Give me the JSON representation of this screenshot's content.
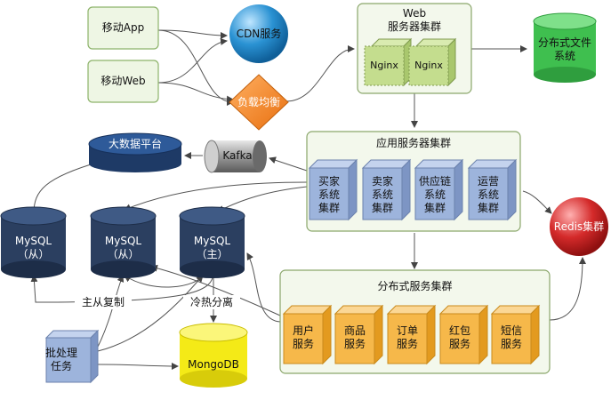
{
  "clients": {
    "mobile_app": "移动App",
    "mobile_web": "移动Web"
  },
  "cdn": "CDN服务",
  "load_balancer": "负载均衡",
  "web_cluster": {
    "title_line1": "Web",
    "title_line2": "服务器集群",
    "nodes": [
      "Nginx",
      "Nginx"
    ]
  },
  "dfs": {
    "line1": "分布式文件",
    "line2": "系统"
  },
  "big_data": "大数据平台",
  "kafka": "Kafka",
  "app_cluster": {
    "title": "应用服务器集群",
    "nodes": [
      {
        "l1": "买家",
        "l2": "系统",
        "l3": "集群"
      },
      {
        "l1": "卖家",
        "l2": "系统",
        "l3": "集群"
      },
      {
        "l1": "供应链",
        "l2": "系统",
        "l3": "集群"
      },
      {
        "l1": "运营",
        "l2": "系统",
        "l3": "集群"
      }
    ]
  },
  "redis": "Redis集群",
  "mysql": [
    {
      "name": "MySQL",
      "role": "（从）"
    },
    {
      "name": "MySQL",
      "role": "（从）"
    },
    {
      "name": "MySQL",
      "role": "（主）"
    }
  ],
  "service_cluster": {
    "title": "分布式服务集群",
    "nodes": [
      {
        "l1": "用户",
        "l2": "服务"
      },
      {
        "l1": "商品",
        "l2": "服务"
      },
      {
        "l1": "订单",
        "l2": "服务"
      },
      {
        "l1": "红包",
        "l2": "服务"
      },
      {
        "l1": "短信",
        "l2": "服务"
      }
    ]
  },
  "edge_labels": {
    "replication": "主从复制",
    "hot_cold": "冷热分离"
  },
  "batch": {
    "l1": "批处理",
    "l2": "任务"
  },
  "mongodb": "MongoDB",
  "colors": {
    "client_fill": "#eef6e4",
    "client_border": "#8db36a",
    "cluster_fill": "#f3f8ec",
    "cluster_border": "#8aa66a",
    "nginx": "#c4dd8e",
    "app_node": "#9db4dc",
    "service_node": "#f6b84a",
    "mysql": "#2b3f60",
    "mongodb": "#f4ea17",
    "lb": "#f08320",
    "cdn": "#2a92d3",
    "redis": "#d42a2a",
    "dfs": "#3fbf4f",
    "batch": "#9db4dc"
  }
}
